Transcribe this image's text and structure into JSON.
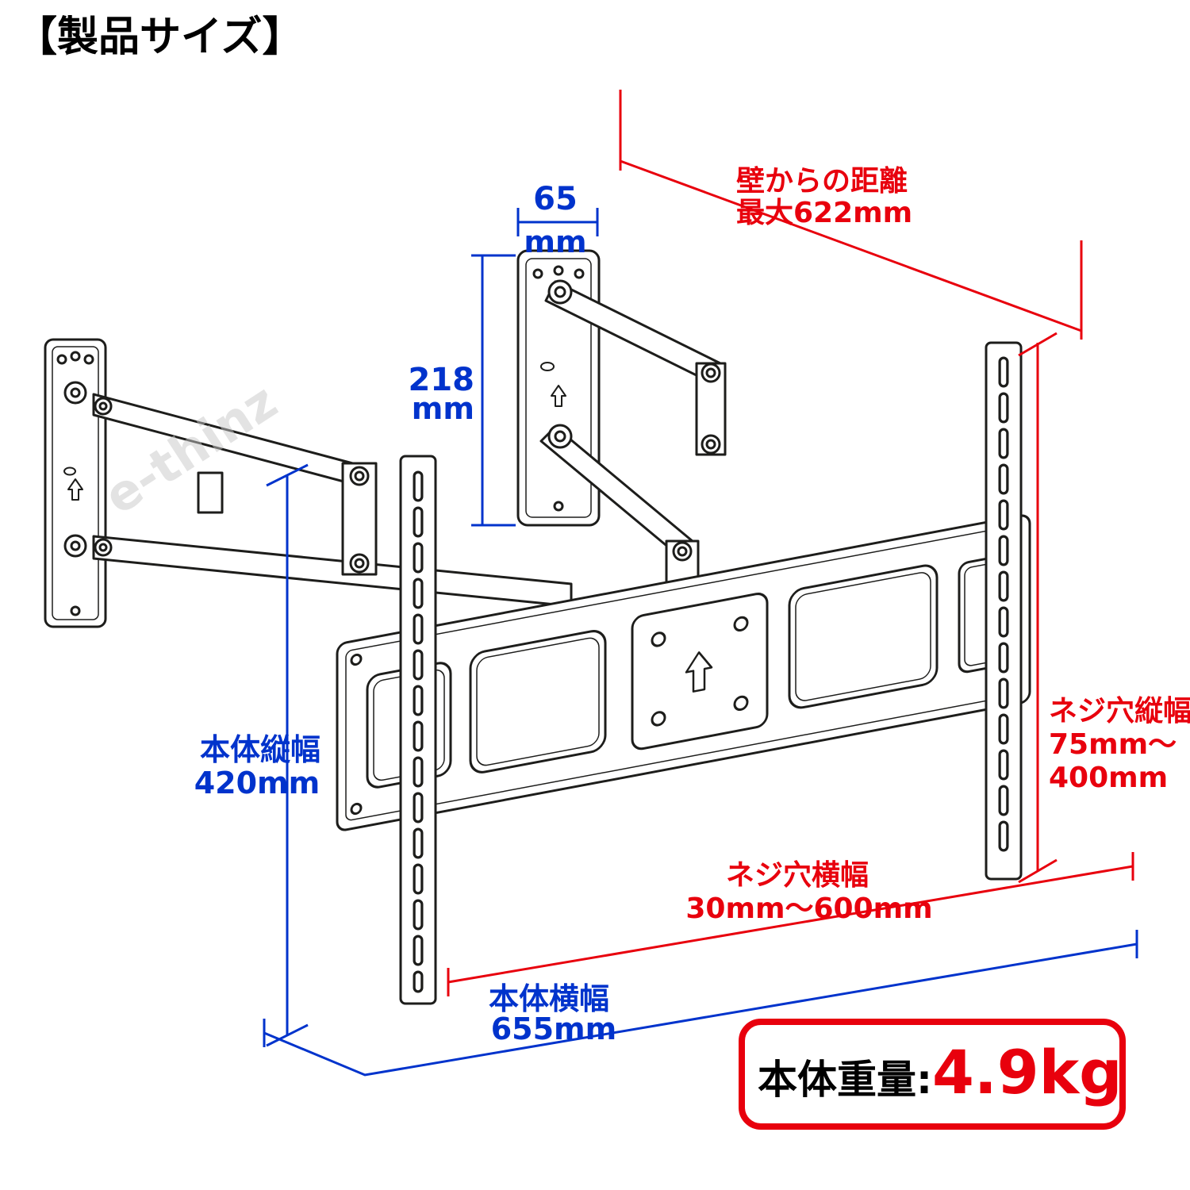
{
  "title": "【製品サイズ】",
  "watermark": "e-thinz",
  "colors": {
    "line": "#1d1d1b",
    "dimension_blue": "#0033cc",
    "dimension_red": "#e8000d"
  },
  "labels": {
    "plate_width_value": "65",
    "plate_width_unit": "mm",
    "plate_height_value": "218",
    "plate_height_unit": "mm",
    "wall_distance_title": "壁からの距離",
    "wall_distance_value": "最大622mm",
    "body_height_title": "本体縦幅",
    "body_height_value": "420mm",
    "screw_v_title": "ネジ穴縦幅",
    "screw_v_from": "75mm〜",
    "screw_v_to": "400mm",
    "screw_h_title": "ネジ穴横幅",
    "screw_h_value": "30mm〜600mm",
    "body_width_title": "本体横幅",
    "body_width_value": "655mm",
    "weight_label": "本体重量:",
    "weight_value": "4.9kg"
  }
}
